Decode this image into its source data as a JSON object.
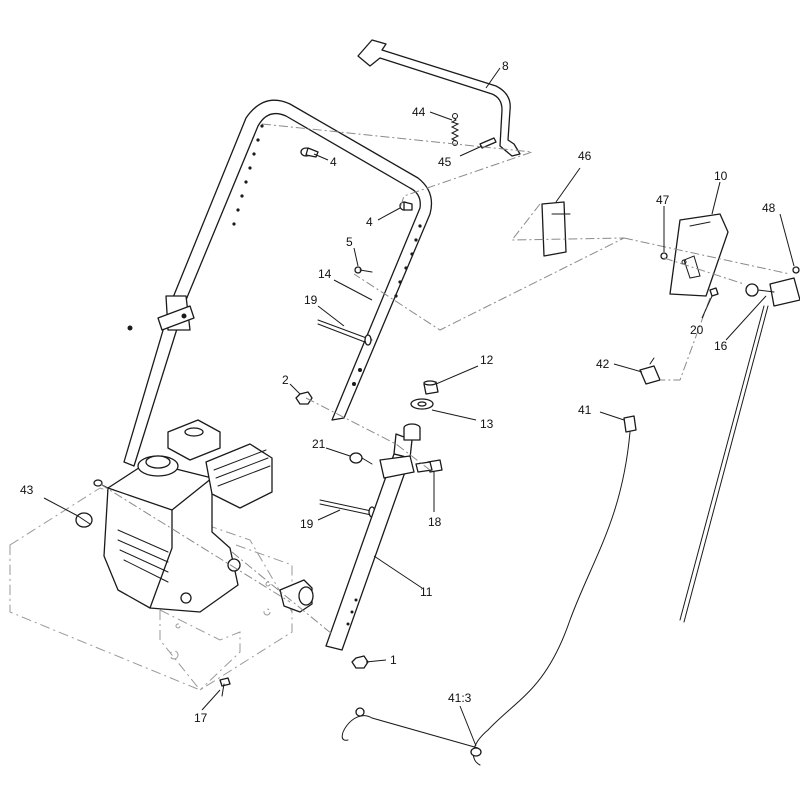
{
  "diagram": {
    "callouts": [
      {
        "key": "c8",
        "label": "8"
      },
      {
        "key": "c44",
        "label": "44"
      },
      {
        "key": "c45",
        "label": "45"
      },
      {
        "key": "c4a",
        "label": "4"
      },
      {
        "key": "c4b",
        "label": "4"
      },
      {
        "key": "c46",
        "label": "46"
      },
      {
        "key": "c10",
        "label": "10"
      },
      {
        "key": "c47",
        "label": "47"
      },
      {
        "key": "c48",
        "label": "48"
      },
      {
        "key": "c5",
        "label": "5"
      },
      {
        "key": "c14",
        "label": "14"
      },
      {
        "key": "c19a",
        "label": "19"
      },
      {
        "key": "c20",
        "label": "20"
      },
      {
        "key": "c16",
        "label": "16"
      },
      {
        "key": "c12",
        "label": "12"
      },
      {
        "key": "c42",
        "label": "42"
      },
      {
        "key": "c2",
        "label": "2"
      },
      {
        "key": "c13",
        "label": "13"
      },
      {
        "key": "c41",
        "label": "41"
      },
      {
        "key": "c21",
        "label": "21"
      },
      {
        "key": "c43",
        "label": "43"
      },
      {
        "key": "c18",
        "label": "18"
      },
      {
        "key": "c19b",
        "label": "19"
      },
      {
        "key": "c11",
        "label": "11"
      },
      {
        "key": "c1",
        "label": "1"
      },
      {
        "key": "c17",
        "label": "17"
      },
      {
        "key": "c41_3",
        "label": "41:3"
      }
    ]
  }
}
